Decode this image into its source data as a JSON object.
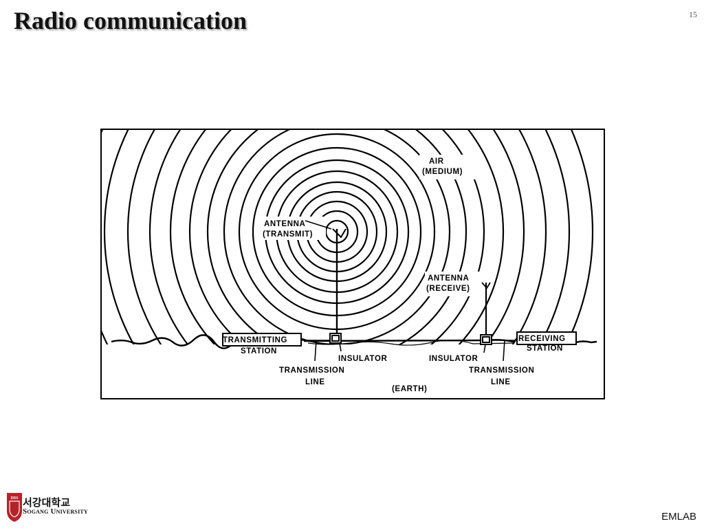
{
  "slide": {
    "title": "Radio communication",
    "page_number": "15"
  },
  "diagram": {
    "labels": {
      "air": "AIR",
      "medium": "(MEDIUM)",
      "antenna_transmit_1": "ANTENNA",
      "antenna_transmit_2": "(TRANSMIT)",
      "antenna_receive_1": "ANTENNA",
      "antenna_receive_2": "(RECEIVE)",
      "transmitting_station_1": "TRANSMITTING",
      "transmitting_station_2": "STATION",
      "receiving_station_1": "RECEIVING",
      "receiving_station_2": "STATION",
      "insulator_left": "INSULATOR",
      "insulator_right": "INSULATOR",
      "transmission_line_left_1": "TRANSMISSION",
      "transmission_line_left_2": "LINE",
      "transmission_line_right_1": "TRANSMISSION",
      "transmission_line_right_2": "LINE",
      "earth": "(EARTH)"
    }
  },
  "footer": {
    "logo_badge": "IHS",
    "university_korean": "서강대학교",
    "university_english": "Sogang University",
    "lab": "EMLAB"
  },
  "colors": {
    "logo_red": "#b5232a"
  }
}
